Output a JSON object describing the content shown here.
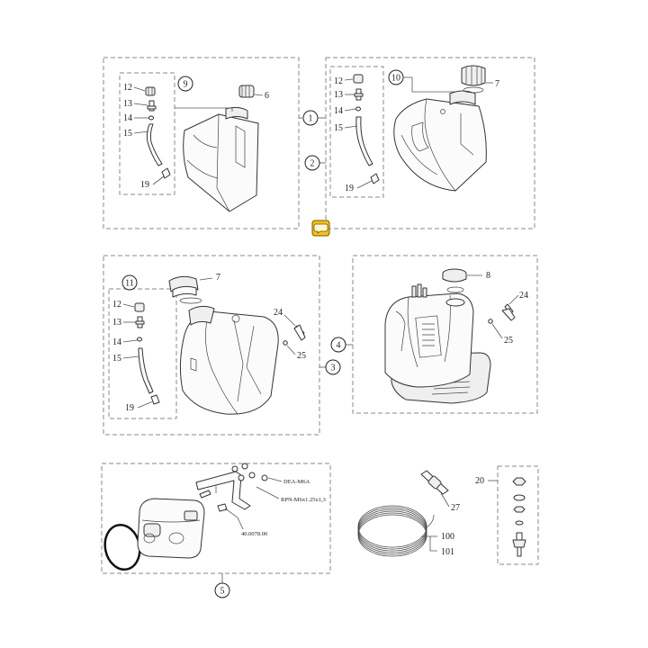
{
  "callouts": {
    "c1": "1",
    "c2": "2",
    "c3": "3",
    "c4": "4",
    "c5": "5",
    "c9": "9",
    "c10": "10",
    "c11": "11"
  },
  "labels": {
    "g1_12": "12",
    "g1_13": "13",
    "g1_14": "14",
    "g1_15": "15",
    "g1_19": "19",
    "g1_6": "6",
    "g2_12": "12",
    "g2_13": "13",
    "g2_14": "14",
    "g2_15": "15",
    "g2_19": "19",
    "g2_7": "7",
    "g3_7": "7",
    "g3_12": "12",
    "g3_13": "13",
    "g3_14": "14",
    "g3_15": "15",
    "g3_19": "19",
    "g3_24": "24",
    "g3_25": "25",
    "g4_8": "8",
    "g4_24": "24",
    "g4_25": "25",
    "g5_dea": "DEA-M6A",
    "g5_rpn": "RPN-M6x1.25x1,3",
    "g5_code": "40.0078.00",
    "g6_27": "27",
    "g6_100": "100",
    "g6_101": "101",
    "g7_20": "20"
  },
  "icons": {
    "comment": "speech-bubble-icon"
  },
  "colors": {
    "comment_fill": "#f2c21b",
    "comment_stroke": "#7a5a00",
    "box": "#8a8a8a"
  }
}
